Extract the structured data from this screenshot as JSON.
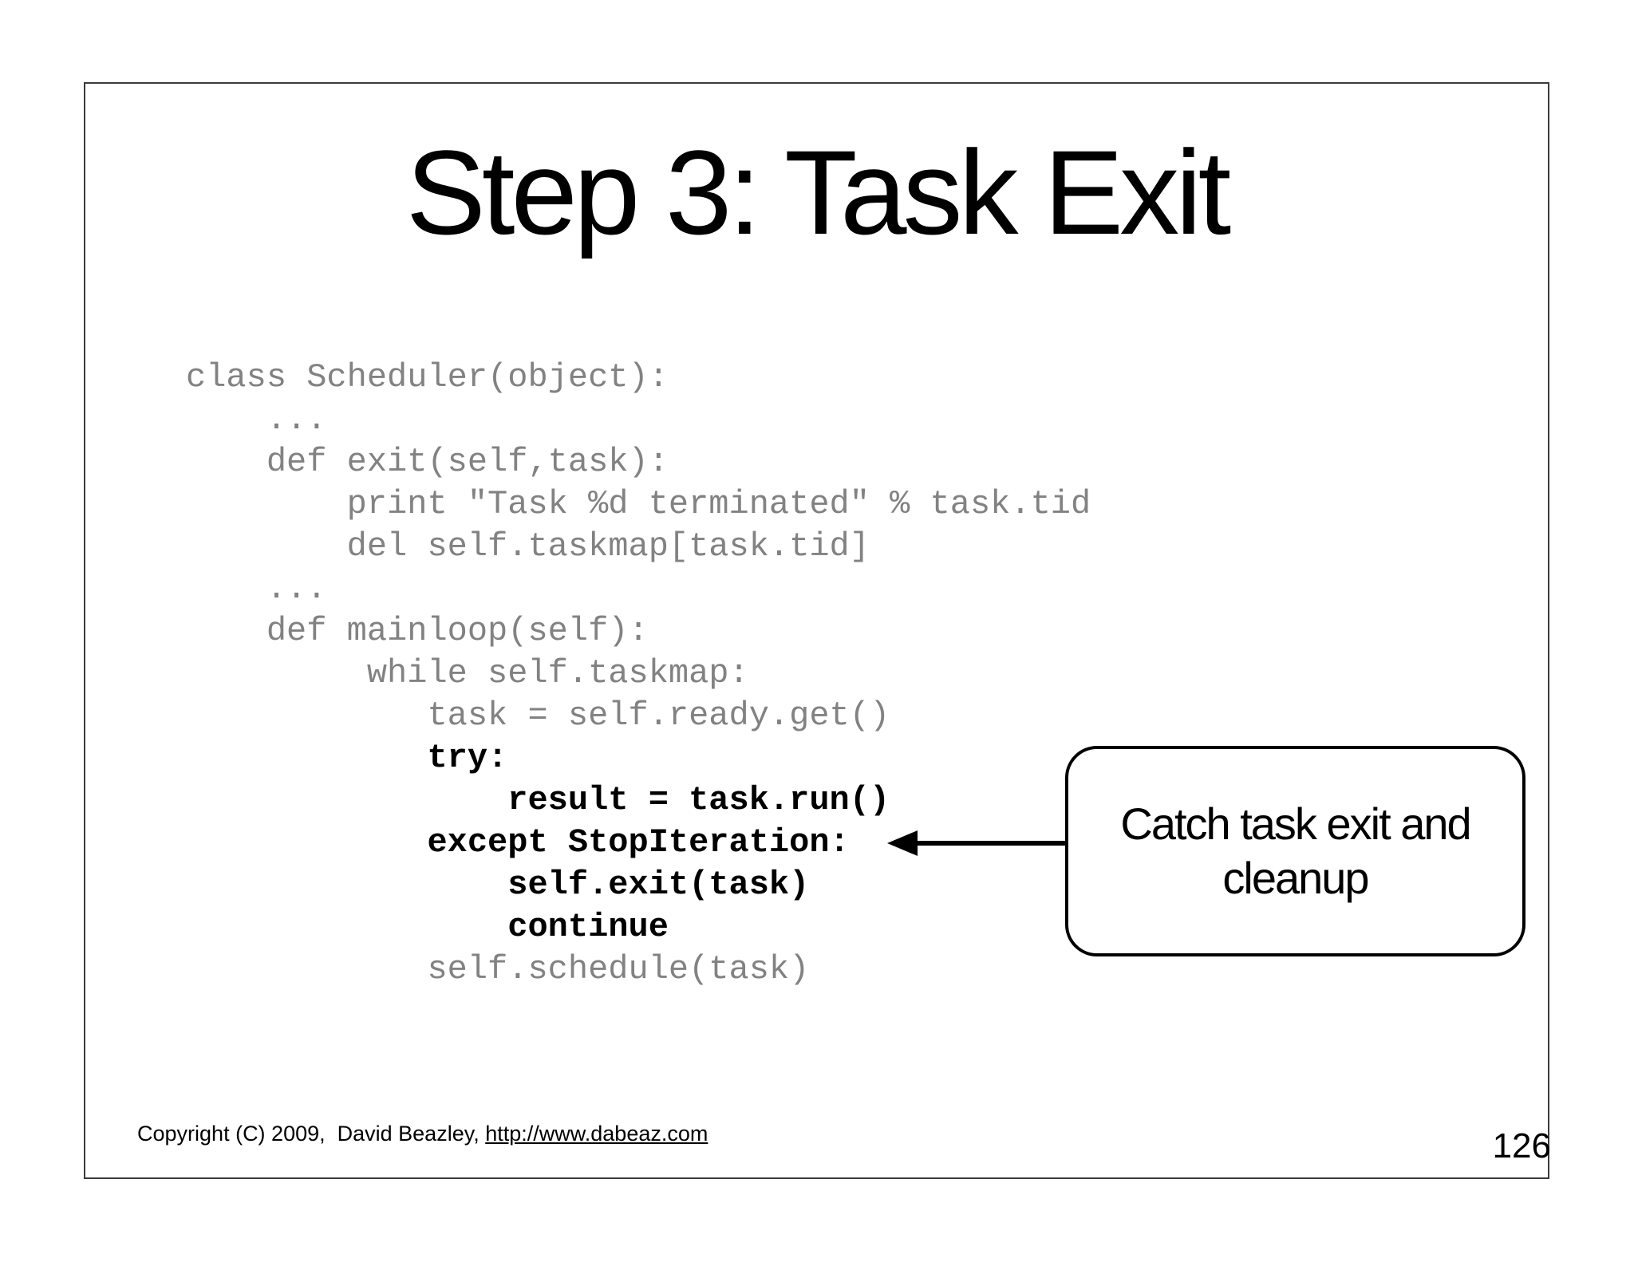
{
  "slide": {
    "title": "Step 3: Task Exit",
    "page_number": "126",
    "code": {
      "lines": [
        {
          "text": "class Scheduler(object):",
          "style": "dim"
        },
        {
          "text": "    ...",
          "style": "dim"
        },
        {
          "text": "    def exit(self,task):",
          "style": "dim"
        },
        {
          "text": "        print \"Task %d terminated\" % task.tid",
          "style": "dim"
        },
        {
          "text": "        del self.taskmap[task.tid]",
          "style": "dim"
        },
        {
          "text": "    ...",
          "style": "dim"
        },
        {
          "text": "    def mainloop(self):",
          "style": "dim"
        },
        {
          "text": "         while self.taskmap:",
          "style": "dim"
        },
        {
          "text": "            task = self.ready.get()",
          "style": "dim"
        },
        {
          "text": "            try:",
          "style": "emphasis"
        },
        {
          "text": "                result = task.run()",
          "style": "emphasis"
        },
        {
          "text": "            except StopIteration:",
          "style": "emphasis"
        },
        {
          "text": "                self.exit(task)",
          "style": "emphasis"
        },
        {
          "text": "                continue",
          "style": "emphasis"
        },
        {
          "text": "            self.schedule(task)",
          "style": "dim"
        }
      ]
    },
    "callout": {
      "text": "Catch task exit and cleanup"
    },
    "footer": {
      "copyright": "Copyright (C) 2009,  David Beazley, ",
      "link": "http://www.dabeaz.com"
    },
    "colors": {
      "dim_code": "#828282",
      "emphasis_code": "#000000",
      "frame_border": "#3b3b3b",
      "accent": "#000000"
    }
  }
}
